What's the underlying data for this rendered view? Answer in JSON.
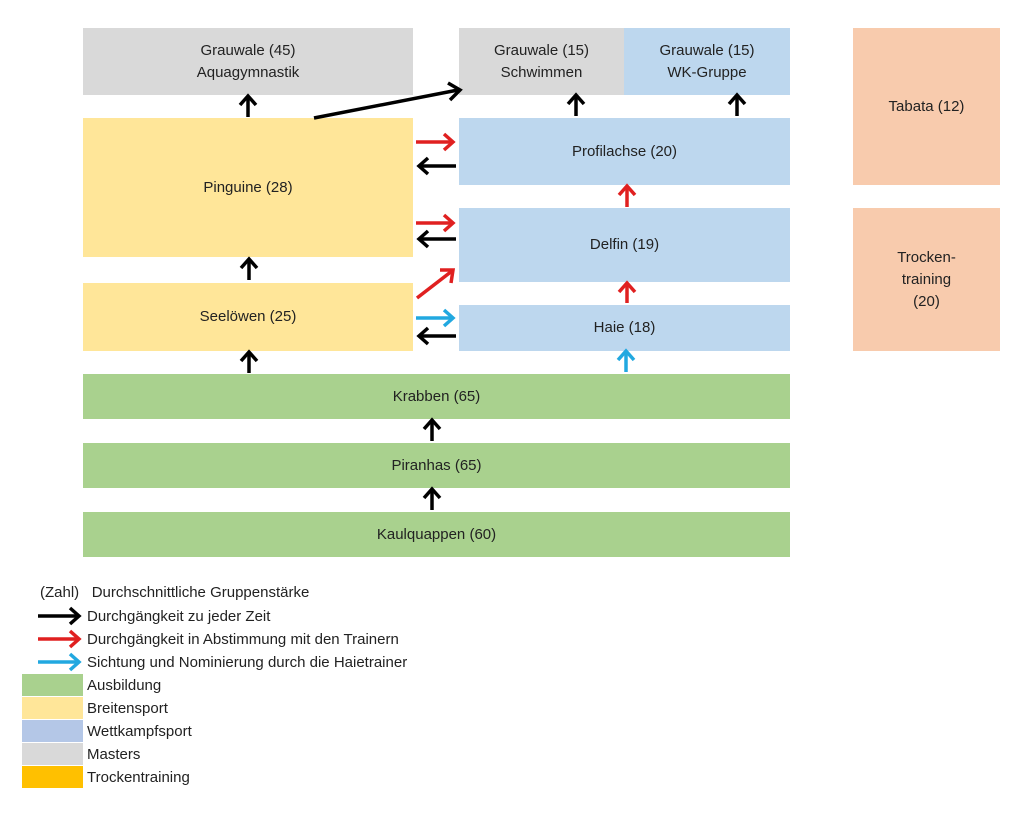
{
  "colors": {
    "ausbildung": "#a9d18e",
    "breitensport": "#ffe699",
    "wettkampfsport": "#bdd7ee",
    "masters": "#d9d9d9",
    "trockentraining": "#ffc000",
    "trocken_boxes": "#f8cbad",
    "arrow_black": "#000000",
    "arrow_red": "#e02020",
    "arrow_cyan": "#21a8e0"
  },
  "boxes": {
    "aquagym": {
      "line1": "Grauwale (45)",
      "line2": "Aquagymnastik"
    },
    "schwimmen": {
      "line1": "Grauwale (15)",
      "line2": "Schwimmen"
    },
    "wkgruppe": {
      "line1": "Grauwale (15)",
      "line2": "WK-Gruppe"
    },
    "tabata": "Tabata (12)",
    "trocken": {
      "line1": "Trocken-",
      "line2": "training",
      "line3": "(20)"
    },
    "pinguine": "Pinguine (28)",
    "profilachse": "Profilachse (20)",
    "delfin": "Delfin (19)",
    "seeloewen": "Seelöwen (25)",
    "haie": "Haie (18)",
    "krabben": "Krabben (65)",
    "piranhas": "Piranhas (65)",
    "kaulquappen": "Kaulquappen  (60)"
  },
  "legend": {
    "zahl_key": "(Zahl)",
    "zahl_text": "Durchschnittliche Gruppenstärke",
    "black_arrow": "Durchgängkeit zu jeder Zeit",
    "red_arrow": "Durchgängkeit in Abstimmung mit den Trainern",
    "cyan_arrow": "Sichtung und Nominierung durch die Haietrainer",
    "ausbildung": "Ausbildung",
    "breitensport": "Breitensport",
    "wettkampfsport": "Wettkampfsport",
    "masters": "Masters",
    "trockentraining": "Trockentraining"
  }
}
